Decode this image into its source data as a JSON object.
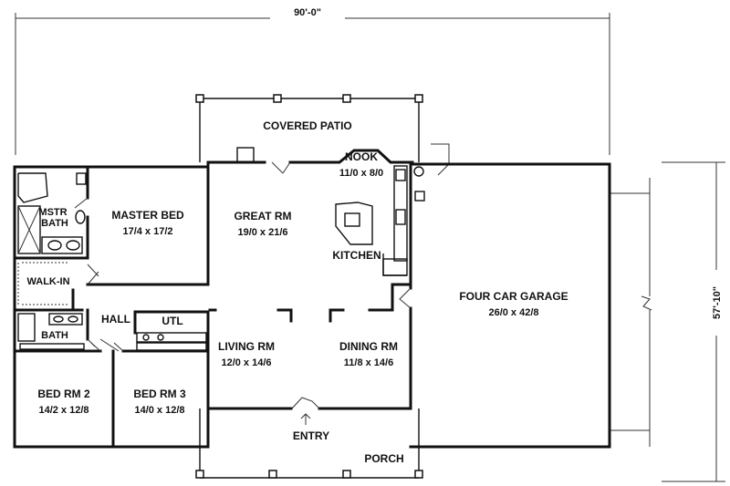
{
  "dimensions": {
    "width_label": "90'-0\"",
    "depth_label": "57'-10\""
  },
  "rooms": {
    "covered_patio": {
      "name": "COVERED PATIO"
    },
    "nook": {
      "name": "NOOK",
      "size": "11/0 x 8/0"
    },
    "master_bed": {
      "name": "MASTER BED",
      "size": "17/4 x 17/2"
    },
    "mstr_bath": {
      "name_line1": "MSTR",
      "name_line2": "BATH"
    },
    "great_rm": {
      "name": "GREAT RM",
      "size": "19/0 x 21/6"
    },
    "kitchen": {
      "name": "KITCHEN"
    },
    "walk_in": {
      "name": "WALK-IN"
    },
    "garage": {
      "name": "FOUR CAR GARAGE",
      "size": "26/0 x 42/8"
    },
    "hall": {
      "name": "HALL"
    },
    "utl": {
      "name": "UTL"
    },
    "bath": {
      "name": "BATH"
    },
    "living_rm": {
      "name": "LIVING RM",
      "size": "12/0 x 14/6"
    },
    "dining_rm": {
      "name": "DINING RM",
      "size": "11/8 x 14/6"
    },
    "bed_rm_2": {
      "name": "BED RM 2",
      "size": "14/2 x 12/8"
    },
    "bed_rm_3": {
      "name": "BED RM 3",
      "size": "14/0 x 12/8"
    },
    "entry": {
      "name": "ENTRY"
    },
    "porch": {
      "name": "PORCH"
    }
  }
}
